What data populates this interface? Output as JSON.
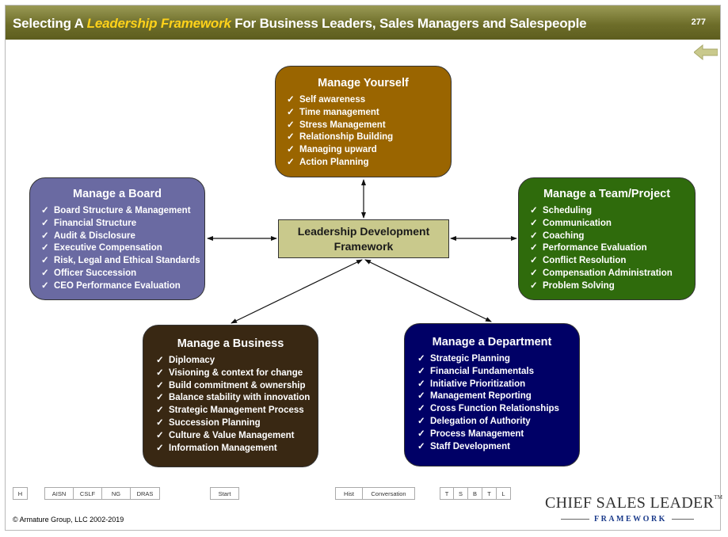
{
  "header": {
    "title_pre": "Selecting A ",
    "title_highlight": "Leadership Framework",
    "title_post": " For Business Leaders, Sales Managers and Salespeople",
    "page_number": "277"
  },
  "center": {
    "line1": "Leadership Development",
    "line2": "Framework"
  },
  "boxes": {
    "yourself": {
      "title": "Manage Yourself",
      "color": "#9a6500",
      "items": [
        "Self awareness",
        "Time management",
        "Stress Management",
        "Relationship Building",
        "Managing upward",
        "Action Planning"
      ]
    },
    "board": {
      "title": "Manage a Board",
      "color": "#6a6aa2",
      "items": [
        "Board Structure & Management",
        "Financial Structure",
        "Audit & Disclosure",
        "Executive Compensation",
        "Risk, Legal and Ethical Standards",
        "Officer Succession",
        "CEO Performance Evaluation"
      ]
    },
    "team": {
      "title": "Manage a Team/Project",
      "color": "#2f6b0c",
      "items": [
        "Scheduling",
        "Communication",
        "Coaching",
        "Performance Evaluation",
        "Conflict Resolution",
        "Compensation Administration",
        "Problem Solving"
      ]
    },
    "business": {
      "title": "Manage a Business",
      "color": "#392813",
      "items": [
        "Diplomacy",
        "Visioning & context for change",
        "Build commitment & ownership",
        "Balance stability with innovation",
        "Strategic Management Process",
        "Succession Planning",
        "Culture & Value Management",
        "Information Management"
      ]
    },
    "department": {
      "title": "Manage a Department",
      "color": "#000066",
      "items": [
        "Strategic Planning",
        "Financial Fundamentals",
        "Initiative Prioritization",
        "Management Reporting",
        "Cross Function Relationships",
        "Delegation of Authority",
        "Process Management",
        "Staff Development"
      ]
    }
  },
  "nav": {
    "h": "H",
    "aisn": "AISN",
    "cslf": "CSLF",
    "ng": "NG",
    "dras": "DRAS",
    "start": "Start",
    "hist": "Hist",
    "conversation": "Conversation",
    "t1": "T",
    "s": "S",
    "b": "B",
    "t2": "T",
    "l": "L"
  },
  "footer": {
    "copyright": "© Armature Group, LLC  2002-2019",
    "logo_main": "CHIEF SALES LEADER",
    "logo_tm": "TM",
    "logo_sub": "FRAMEWORK"
  }
}
